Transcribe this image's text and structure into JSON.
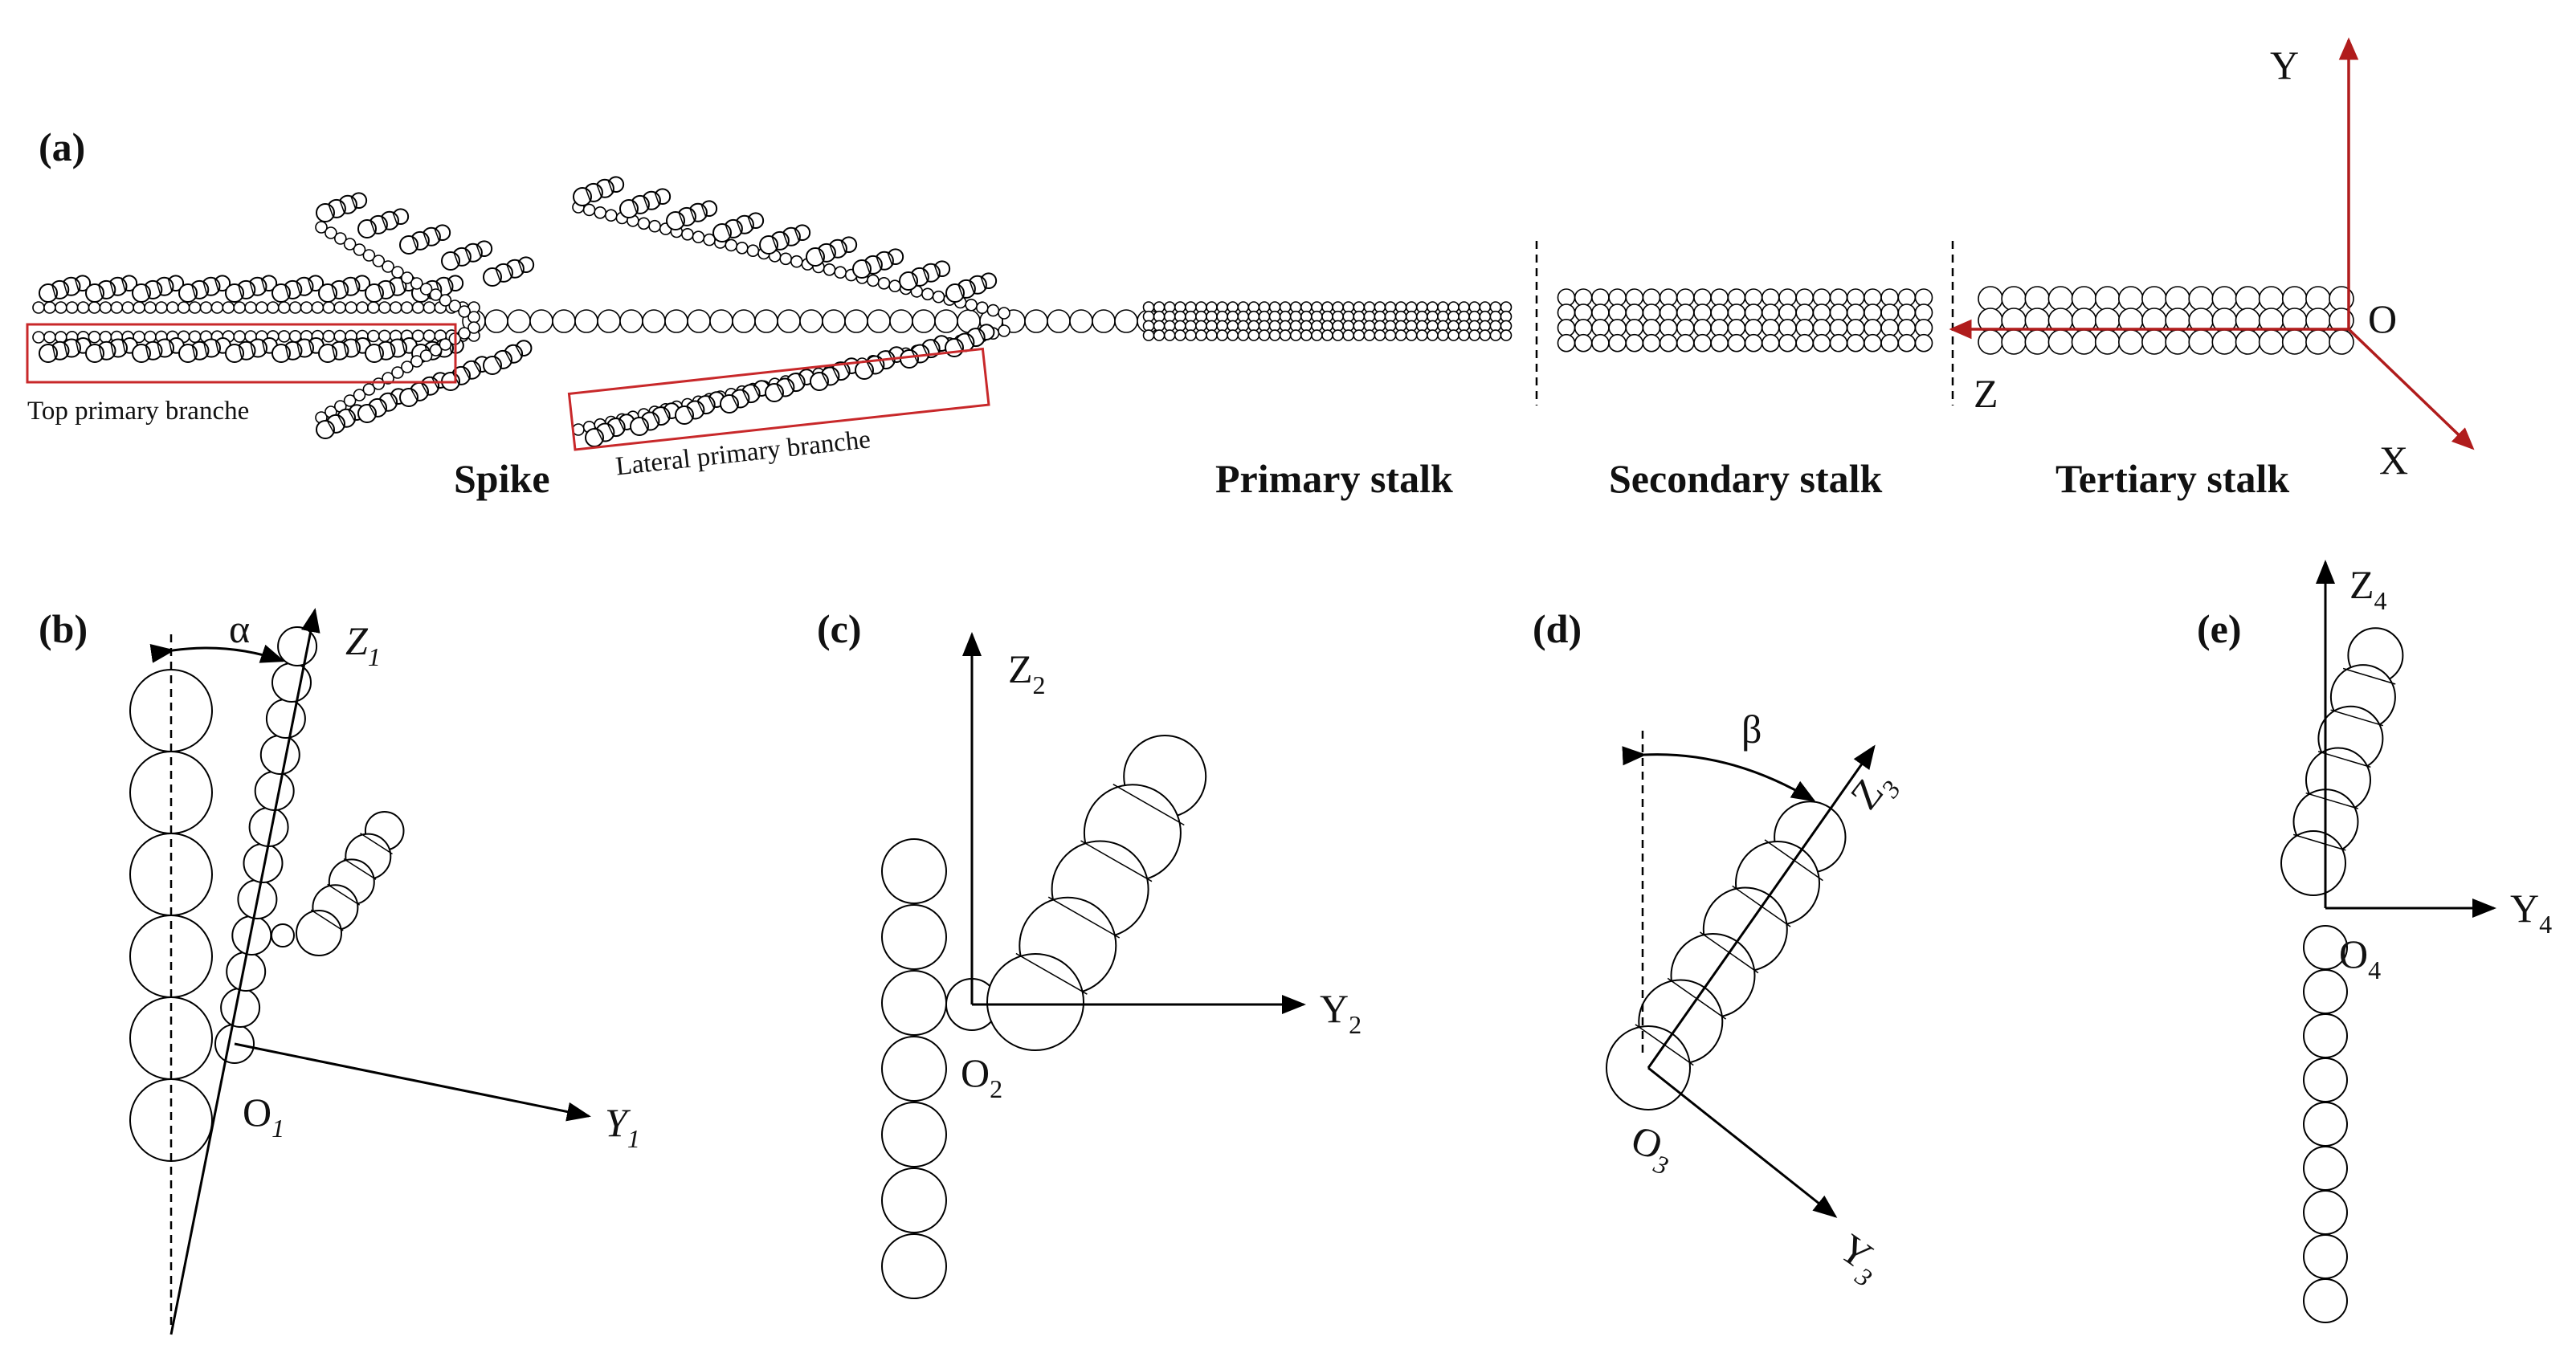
{
  "panel_labels": [
    "(a)",
    "(b)",
    "(c)",
    "(d)",
    "(e)"
  ],
  "panel_a": {
    "sections": [
      "Spike",
      "Primary stalk",
      "Secondary stalk",
      "Tertiary stalk"
    ],
    "boxes": [
      "Top primary branche",
      "Lateral primary branche"
    ],
    "axes": {
      "y": "Y",
      "z": "Z",
      "x": "X",
      "origin": "O"
    }
  },
  "panel_b": {
    "angle": "α",
    "z": "Z",
    "z_sub": "1",
    "y": "Y",
    "y_sub": "1",
    "o": "O",
    "o_sub": "1"
  },
  "panel_c": {
    "z": "Z",
    "z_sub": "2",
    "y": "Y",
    "y_sub": "2",
    "o": "O",
    "o_sub": "2"
  },
  "panel_d": {
    "angle": "β",
    "z": "Z",
    "z_sub": "3",
    "y": "Y",
    "y_sub": "3",
    "o": "O",
    "o_sub": "3"
  },
  "panel_e": {
    "z": "Z",
    "z_sub": "4",
    "y": "Y",
    "y_sub": "4",
    "o": "O",
    "o_sub": "4"
  },
  "colors": {
    "accent_red": "#c8282a",
    "line": "#000000"
  }
}
